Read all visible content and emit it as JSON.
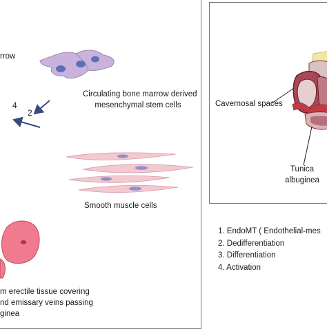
{
  "left_panel": {
    "label_marrow": "rrow",
    "label_msc_line1": "Circulating bone marrow derived",
    "label_msc_line2": "mesenchymal stem cells",
    "arrow_4": "4",
    "arrow_2": "2",
    "label_smooth_muscle": "Smooth muscle cells",
    "caption_line1": "m erectile tissue covering",
    "caption_line2": "nd emissary veins passing",
    "caption_line3": "ginea"
  },
  "right_panel": {
    "label_cavernosal": "Cavernosal spaces",
    "label_tunica_line1": "Tunica",
    "label_tunica_line2": "albuginea"
  },
  "legend": [
    "1. EndoMT ( Endothelial-mes",
    "2. Dedifferentiation",
    "3. Differentiation",
    "4. Activation"
  ],
  "colors": {
    "stem_cell": "#c9b3dd",
    "stem_nucleus": "#5b6fb8",
    "muscle_cell": "#f2c9cf",
    "muscle_nucleus": "#8e8fd0",
    "erectile_tissue": "#f07a8e",
    "tissue_dark": "#8a2d3a",
    "tunica_red": "#c23a44",
    "arrow": "#3a4a7a"
  }
}
